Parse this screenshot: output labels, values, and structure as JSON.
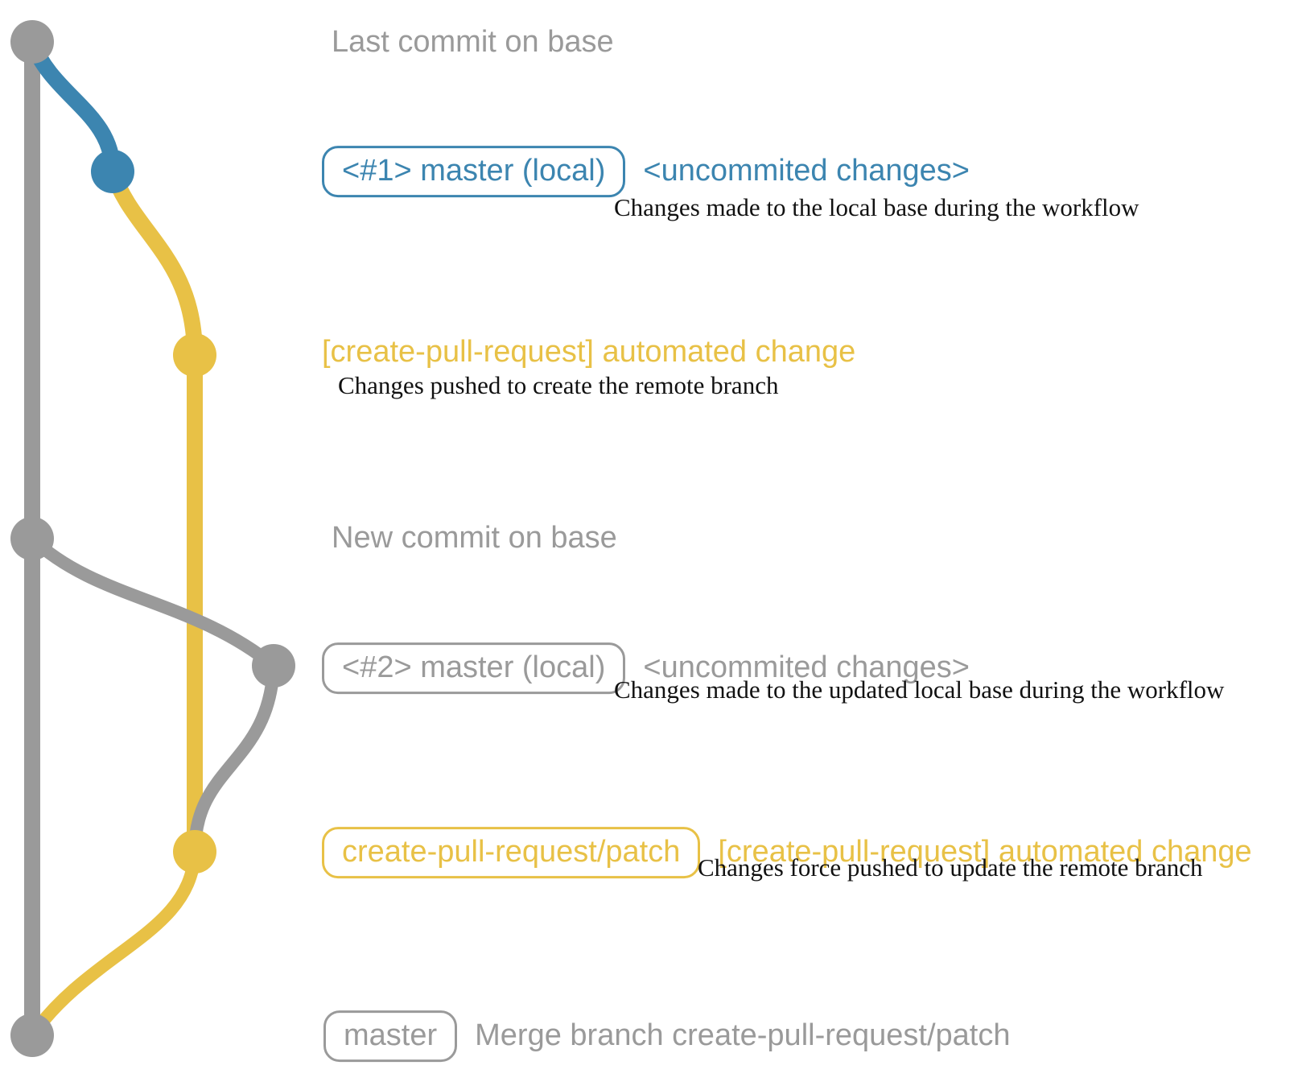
{
  "colors": {
    "gray": "#9a9a9a",
    "blue": "#3c85b0",
    "yellow": "#e8c146",
    "description_text": "#111111",
    "background": "#ffffff"
  },
  "commits": [
    {
      "message": "Last commit on base"
    },
    {
      "tag": "<#1> master (local)",
      "message": "<uncommited changes>",
      "description": "Changes made to the local base during the workflow"
    },
    {
      "message": "[create-pull-request] automated change",
      "description": "Changes pushed to create the remote branch"
    },
    {
      "message": "New commit on base"
    },
    {
      "tag": "<#2> master (local)",
      "message": "<uncommited changes>",
      "description": "Changes made to the updated local base during the workflow"
    },
    {
      "tag": "create-pull-request/patch",
      "message": "[create-pull-request] automated change",
      "description": "Changes force pushed to update the remote branch"
    },
    {
      "tag": "master",
      "message": "Merge branch create-pull-request/patch"
    }
  ]
}
